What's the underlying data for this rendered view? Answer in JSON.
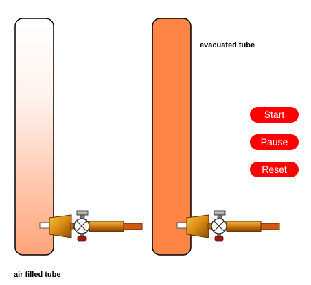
{
  "labels": {
    "air_tube": "air filled tube",
    "evacuated_tube": "evacuated tube"
  },
  "controls": {
    "start": "Start",
    "pause": "Pause",
    "reset": "Reset"
  },
  "colors": {
    "evacuated_fill": "#ff8547",
    "air_gradient_top": "#ffffff",
    "air_gradient_bottom": "#ffa47a",
    "button": "#ff0000",
    "valve_brass": "#d98a12",
    "pipe": "#cc5a10",
    "knob": "#a11a10"
  },
  "icons": {
    "valve": "stopcock-valve-icon"
  }
}
